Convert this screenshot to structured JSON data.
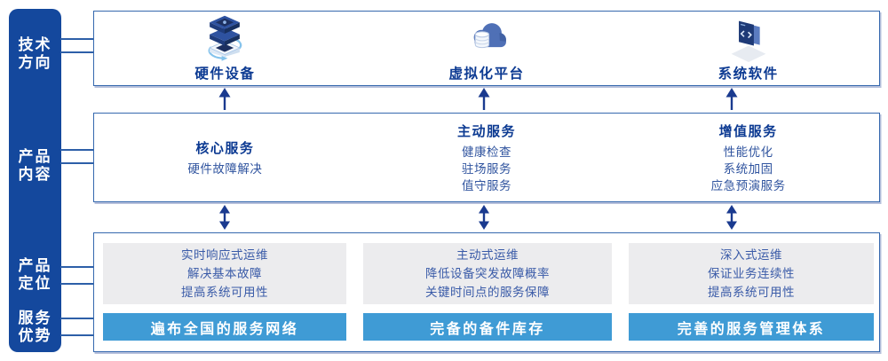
{
  "sidebar": {
    "items": [
      {
        "label": "技术\n方向"
      },
      {
        "label": "产品\n内容"
      },
      {
        "label": "产品\n定位"
      },
      {
        "label": "服务\n优势"
      }
    ]
  },
  "tech": {
    "items": [
      {
        "icon": "server-stack-icon",
        "label": "硬件设备"
      },
      {
        "icon": "cloud-database-icon",
        "label": "虚拟化平台"
      },
      {
        "icon": "code-window-icon",
        "label": "系统软件"
      }
    ]
  },
  "content": {
    "items": [
      {
        "title": "核心服务",
        "lines": [
          "硬件故障解决"
        ]
      },
      {
        "title": "主动服务",
        "lines": [
          "健康检查",
          "驻场服务",
          "值守服务"
        ]
      },
      {
        "title": "增值服务",
        "lines": [
          "性能优化",
          "系统加固",
          "应急预演服务"
        ]
      }
    ]
  },
  "positioning": {
    "items": [
      {
        "lines": [
          "实时响应式运维",
          "解决基本故障",
          "提高系统可用性"
        ]
      },
      {
        "lines": [
          "主动式运维",
          "降低设备突发故障概率",
          "关键时间点的服务保障"
        ]
      },
      {
        "lines": [
          "深入式运维",
          "保证业务连续性",
          "提高系统可用性"
        ]
      }
    ]
  },
  "advantages": {
    "items": [
      {
        "label": "遍布全国的服务网络"
      },
      {
        "label": "完备的备件库存"
      },
      {
        "label": "完善的服务管理体系"
      }
    ]
  },
  "colors": {
    "sidebar_blue": "#14489D",
    "panel_border_blue": "#3568AE",
    "title_navy": "#0C3A92",
    "body_blue": "#30549F",
    "gray_card": "#ECECEE",
    "advantage_bar_blue": "#3F9BD5",
    "arrow_navy": "#1A3A8F"
  }
}
